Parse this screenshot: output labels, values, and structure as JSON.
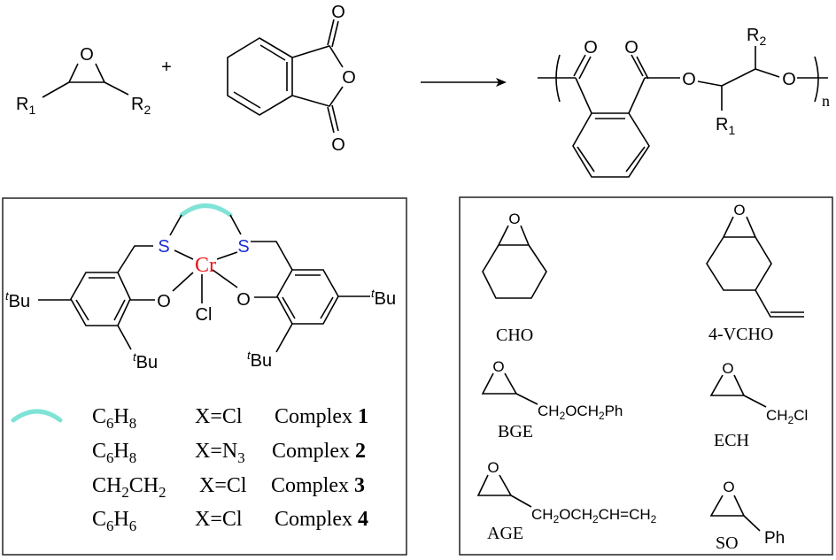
{
  "reaction": {
    "epoxide": {
      "o": "O",
      "r1": "R",
      "r1_sub": "1",
      "r2": "R",
      "r2_sub": "2"
    },
    "plus": "+",
    "anhydride": {
      "o_top": "O",
      "o_ring": "O",
      "o_bottom": "O"
    },
    "polymer": {
      "o1": "O",
      "o2": "O",
      "o_ester": "O",
      "o_ether": "O",
      "r1": "R",
      "r1_sub": "1",
      "r2": "R",
      "r2_sub": "2",
      "n": "n"
    }
  },
  "complex": {
    "s_left": "S",
    "s_right": "S",
    "metal": "Cr",
    "o_left": "O",
    "o_right": "O",
    "cl": "Cl",
    "tbu_prefix": "t",
    "tbu": "Bu",
    "colors": {
      "metal": "#e8141b",
      "sulfur": "#1a2ed1",
      "bridge": "#7fe3d6"
    },
    "legend": [
      {
        "bridge": "C",
        "b1": "6",
        "b2": "H",
        "b3": "8",
        "b4": "",
        "x": "X=Cl",
        "xsub": "",
        "label": "Complex ",
        "num": "1"
      },
      {
        "bridge": "C",
        "b1": "6",
        "b2": "H",
        "b3": "8",
        "b4": "",
        "x": "X=N",
        "xsub": "3",
        "label": "Complex ",
        "num": "2"
      },
      {
        "bridge": "CH",
        "b1": "2",
        "b2": "CH",
        "b3": "2",
        "b4": "",
        "x": "X=Cl",
        "xsub": "",
        "label": "Complex ",
        "num": "3"
      },
      {
        "bridge": "C",
        "b1": "6",
        "b2": "H",
        "b3": "6",
        "b4": "",
        "x": "X=Cl",
        "xsub": "",
        "label": "Complex ",
        "num": "4"
      }
    ]
  },
  "epoxides": {
    "o": "O",
    "cho": {
      "label": "CHO"
    },
    "vcho": {
      "label": "4-VCHO"
    },
    "bge": {
      "label": "BGE",
      "c1": "CH",
      "s1": "2",
      "c2": "OCH",
      "s2": "2",
      "c3": "Ph"
    },
    "ech": {
      "label": "ECH",
      "c1": "CH",
      "s1": "2",
      "c2": "Cl"
    },
    "age": {
      "label": "AGE",
      "c1": "CH",
      "s1": "2",
      "c2": "OCH",
      "s2": "2",
      "c3": "CH=CH",
      "s3": "2"
    },
    "so": {
      "label": "SO",
      "ph": "Ph"
    }
  }
}
